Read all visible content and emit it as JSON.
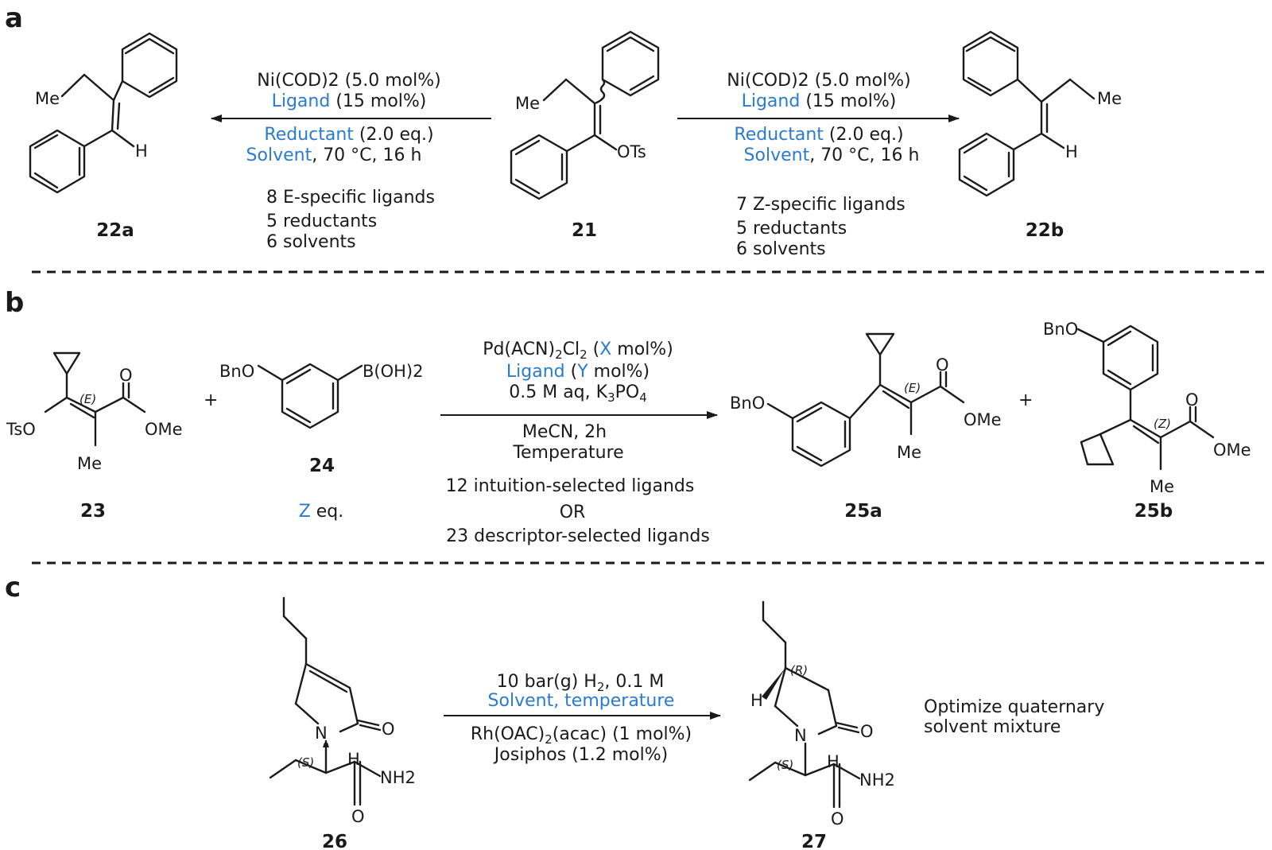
{
  "panels": {
    "a": "a",
    "b": "b",
    "c": "c"
  },
  "panel_a": {
    "left_conditions": {
      "line1": "Ni(COD)2 (5.0 mol%)",
      "line2_blue": "Ligand",
      "line2_rest": " (15 mol%)",
      "line3_blue": "Reductant",
      "line3_rest": " (2.0 eq.)",
      "line4_blue": "Solvent",
      "line4_rest": ", 70 °C, 16 h",
      "note1": "8 E-specific ligands",
      "note2": "5 reductants",
      "note3": "6 solvents"
    },
    "right_conditions": {
      "line1": "Ni(COD)2 (5.0 mol%)",
      "line2_blue": "Ligand",
      "line2_rest": " (15 mol%)",
      "line3_blue": "Reductant",
      "line3_rest": " (2.0 eq.)",
      "line4_blue": "Solvent",
      "line4_rest": ", 70 °C, 16 h",
      "note1": "7 Z-specific ligands",
      "note2": "5 reductants",
      "note3": "6 solvents"
    },
    "labels": {
      "me": "Me",
      "h": "H",
      "ots": "OTs"
    },
    "compounds": {
      "p22a": "22a",
      "s21": "21",
      "p22b": "22b"
    }
  },
  "panel_b": {
    "conditions": {
      "l1_a": "Pd(ACN)",
      "l1_sub": "2",
      "l1_b": "Cl",
      "l1_sub2": "2",
      "l1_c": " (",
      "l1_blue": "X",
      "l1_d": " mol%)",
      "l2_blue": "Ligand",
      "l2_a": " (",
      "l2_blue2": "Y",
      "l2_b": " mol%)",
      "l3_a": "0.5 M aq, K",
      "l3_sub": "3",
      "l3_b": "PO",
      "l3_sub2": "4",
      "l4": "MeCN, 2h",
      "l5": "Temperature",
      "n1": "12 intuition-selected ligands",
      "n2": "OR",
      "n3": "23 descriptor-selected ligands"
    },
    "labels": {
      "tso": "TsO",
      "ome": "OMe",
      "o": "O",
      "me": "Me",
      "e": "(E)",
      "z": "(Z)",
      "bno": "BnO",
      "boh": "B(OH)2",
      "plus": "+"
    },
    "z_eq_blue": "Z",
    "z_eq_rest": " eq.",
    "compounds": {
      "c23": "23",
      "c24": "24",
      "p25a": "25a",
      "p25b": "25b"
    }
  },
  "panel_c": {
    "conditions": {
      "l1_a": "10 bar(g) H",
      "l1_sub": "2",
      "l1_b": ", 0.1 M",
      "l2_blue": "Solvent, temperature",
      "l3_a": "Rh(OAC)",
      "l3_sub": "2",
      "l3_b": "(acac) (1 mol%)",
      "l4": "Josiphos (1.2 mol%)"
    },
    "labels": {
      "n": "N",
      "o": "O",
      "h": "H",
      "nh2": "NH2",
      "s": "(S)",
      "r": "(R)"
    },
    "note1": "Optimize quaternary",
    "note2": "solvent mixture",
    "compounds": {
      "c26": "26",
      "c27": "27"
    }
  },
  "colors": {
    "blue_highlight": "#2a7bd0",
    "ink": "#1a1a1a"
  }
}
